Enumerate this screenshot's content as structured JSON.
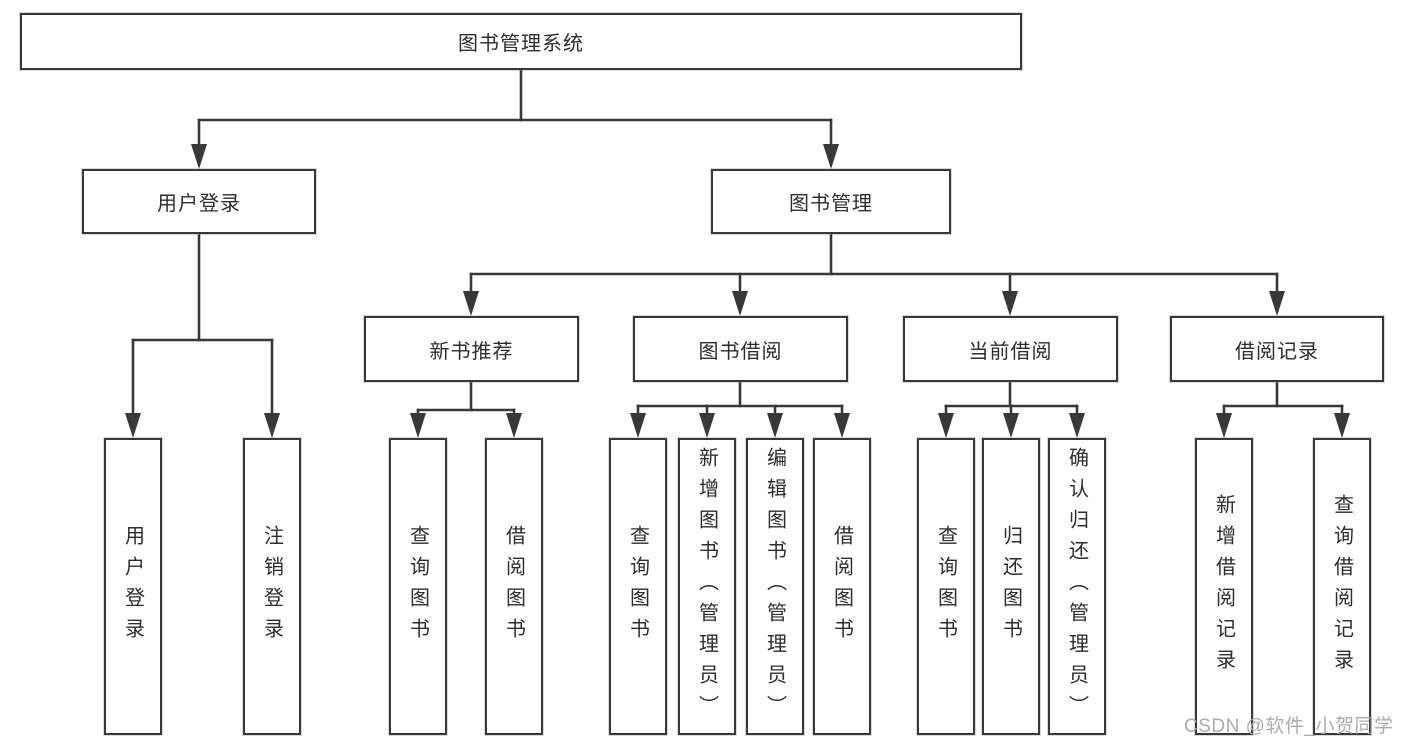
{
  "tree": {
    "label": "图书管理系统",
    "children": [
      {
        "label": "用户登录",
        "children": [
          {
            "label": "用户登录"
          },
          {
            "label": "注销登录"
          }
        ]
      },
      {
        "label": "图书管理",
        "children": [
          {
            "label": "新书推荐",
            "children": [
              {
                "label": "查询图书"
              },
              {
                "label": "借阅图书"
              }
            ]
          },
          {
            "label": "图书借阅",
            "children": [
              {
                "label": "查询图书"
              },
              {
                "label": "新增图书（管理员）"
              },
              {
                "label": "编辑图书（管理员）"
              },
              {
                "label": "借阅图书"
              }
            ]
          },
          {
            "label": "当前借阅",
            "children": [
              {
                "label": "查询图书"
              },
              {
                "label": "归还图书"
              },
              {
                "label": "确认归还（管理员）"
              }
            ]
          },
          {
            "label": "借阅记录",
            "children": [
              {
                "label": "新增借阅记录"
              },
              {
                "label": "查询借阅记录"
              }
            ]
          }
        ]
      }
    ]
  },
  "watermark": {
    "text": "CSDN @软件_小贺同学",
    "color": "#a8a8a8"
  },
  "colors": {
    "line": "#383838",
    "box_border": "#383838",
    "box_fill": "#ffffff",
    "text": "#2d2d2d",
    "background": "#ffffff"
  }
}
